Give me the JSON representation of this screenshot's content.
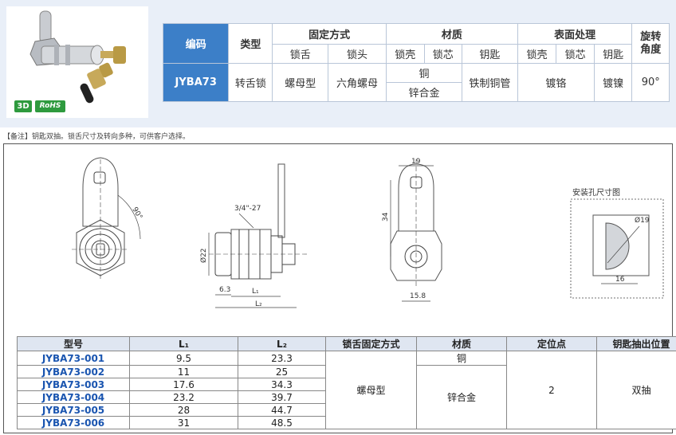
{
  "badges": {
    "three_d": "3D",
    "rohs": "RoHS"
  },
  "spec_table": {
    "headers": {
      "code": "编码",
      "type": "类型",
      "fixing": "固定方式",
      "material": "材质",
      "surface": "表面处理",
      "rotation": "旋转角度"
    },
    "subheaders": {
      "fixing_tongue": "锁舌",
      "fixing_head": "锁头",
      "mat_shell": "锁壳",
      "mat_core": "锁芯",
      "mat_key": "钥匙",
      "surf_shell": "锁壳",
      "surf_core": "锁芯",
      "surf_key": "钥匙"
    },
    "row": {
      "code": "JYBA73",
      "type": "转舌锁",
      "fixing_tongue": "螺母型",
      "fixing_head": "六角螺母",
      "mat_shell_core_top": "铜",
      "mat_shell_core_bottom": "锌合金",
      "mat_key": "铁制铜管",
      "surf_shell_core": "镀铬",
      "surf_key": "镀镍",
      "rotation": "90°"
    }
  },
  "note": "【备注】钥匙双抽。锁舌尺寸及转向多种，可供客户选择。",
  "drawing": {
    "dims": {
      "angle": "90°",
      "thread": "3/4\"-27",
      "diameter_22": "Ø22",
      "d63": "6.3",
      "l1": "L₁",
      "l2": "L₂",
      "w19": "19",
      "h34": "34",
      "w158": "15.8",
      "hole_title": "安装孔尺寸图",
      "hole_d": "Ø19",
      "hole_w": "16"
    }
  },
  "model_table": {
    "headers": [
      "型号",
      "L₁",
      "L₂",
      "锁舌固定方式",
      "材质",
      "定位点",
      "钥匙抽出位置"
    ],
    "rows": [
      {
        "code": "JYBA73-001",
        "l1": "9.5",
        "l2": "23.3"
      },
      {
        "code": "JYBA73-002",
        "l1": "11",
        "l2": "25"
      },
      {
        "code": "JYBA73-003",
        "l1": "17.6",
        "l2": "34.3"
      },
      {
        "code": "JYBA73-004",
        "l1": "23.2",
        "l2": "39.7"
      },
      {
        "code": "JYBA73-005",
        "l1": "28",
        "l2": "44.7"
      },
      {
        "code": "JYBA73-006",
        "l1": "31",
        "l2": "48.5"
      }
    ],
    "merged": {
      "fixing": "螺母型",
      "material_top": "铜",
      "material_bottom": "锌合金",
      "positions": "2",
      "key_pull": "双抽"
    }
  }
}
